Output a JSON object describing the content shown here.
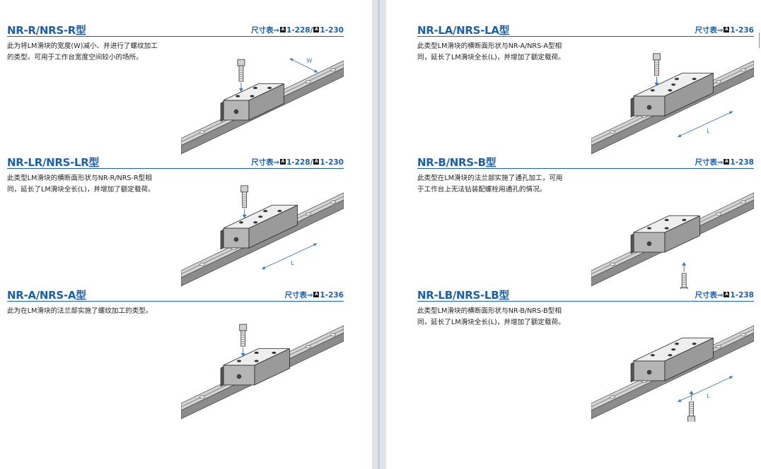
{
  "pages": [
    {
      "sections": [
        {
          "title": "NR-R/NRS-R型",
          "ref_label": "尺寸表",
          "ref_arrow": "⇒",
          "ref_box": "A",
          "ref_pages": [
            "1-228",
            "1-230"
          ],
          "description": [
            "此为将LM滑块的宽度(W)减小、并进行了螺纹加工",
            "的类型。可用于工作台宽度空间较小的场所。"
          ],
          "dimension_label": "W"
        },
        {
          "title": "NR-LR/NRS-LR型",
          "ref_label": "尺寸表",
          "ref_arrow": "⇒",
          "ref_box": "A",
          "ref_pages": [
            "1-228",
            "1-230"
          ],
          "description": [
            "此类型LM滑块的横断面形状与NR-R/NRS-R型相",
            "同，延长了LM滑块全长(L)，并增加了额定载荷。"
          ],
          "dimension_label": "L"
        },
        {
          "title": "NR-A/NRS-A型",
          "ref_label": "尺寸表",
          "ref_arrow": "⇒",
          "ref_box": "A",
          "ref_pages": [
            "1-236"
          ],
          "description": [
            "此为在LM滑块的法兰部实施了螺纹加工的类型。"
          ],
          "dimension_label": ""
        }
      ]
    },
    {
      "sections": [
        {
          "title": "NR-LA/NRS-LA型",
          "ref_label": "尺寸表",
          "ref_arrow": "⇒",
          "ref_box": "A",
          "ref_pages": [
            "1-236"
          ],
          "description": [
            "此类型LM滑块的横断面形状与NR-A/NRS-A型相",
            "同，延长了LM滑块全长(L)，并增加了额定载荷。"
          ],
          "dimension_label": "L"
        },
        {
          "title": "NR-B/NRS-B型",
          "ref_label": "尺寸表",
          "ref_arrow": "⇒",
          "ref_box": "A",
          "ref_pages": [
            "1-238"
          ],
          "description": [
            "此类型在LM滑块的法兰部实施了通孔加工，可用",
            "于工作台上无法钻装配螺栓用通孔的情况。"
          ],
          "dimension_label": ""
        },
        {
          "title": "NR-LB/NRS-LB型",
          "ref_label": "尺寸表",
          "ref_arrow": "⇒",
          "ref_box": "A",
          "ref_pages": [
            "1-238"
          ],
          "description": [
            "此类型LM滑块的横断面形状与NR-B/NRS-B型相",
            "同，延长了LM滑块全长(L)，并增加了额定载荷。"
          ],
          "dimension_label": "L"
        }
      ]
    }
  ],
  "colors": {
    "title_blue": "#1c5fae",
    "dimension_blue": "#3b78c4",
    "text": "#222222"
  },
  "icons": [
    "bolt-icon",
    "lm-guide-illustration"
  ]
}
